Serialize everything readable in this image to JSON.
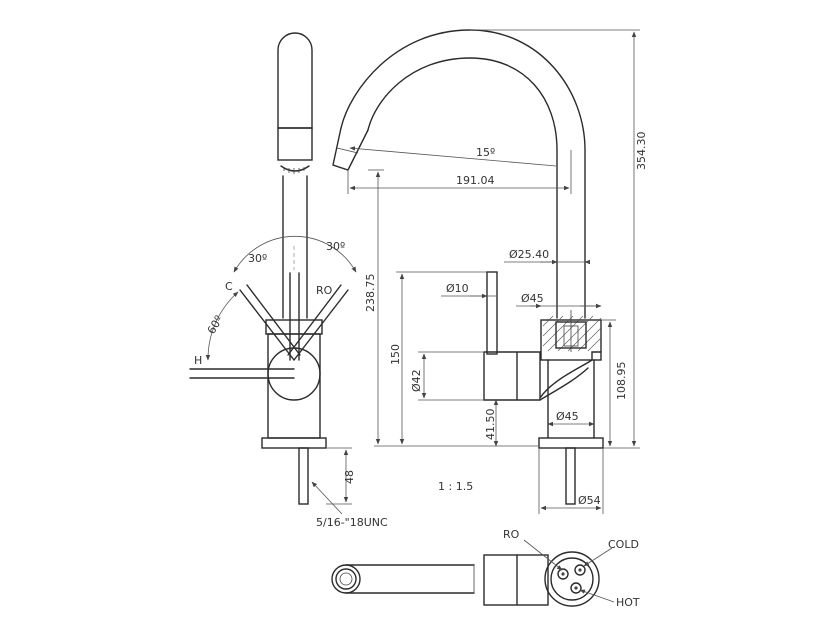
{
  "dimensions": {
    "height_total": "354.30",
    "spout_reach": "191.04",
    "spout_angle": "15º",
    "spout_diameter": "Ø25.40",
    "lever_diameter": "Ø10",
    "collar_diameter": "Ø45",
    "base_diameter": "Ø45",
    "flange_diameter": "Ø54",
    "body_diameter": "Ø42",
    "height_lever": "238.75",
    "height_body": "150",
    "height_collar": "108.95",
    "height_base": "41.50",
    "shank_length": "48"
  },
  "side_view": {
    "angle_left": "30º",
    "angle_right": "30º",
    "angle_hot": "60º",
    "label_cold": "C",
    "label_ro": "RO",
    "label_hot": "H",
    "thread": "5/16-\"18UNC"
  },
  "scale": "1 : 1.5",
  "bottom_view": {
    "label_ro": "RO",
    "label_cold": "COLD",
    "label_hot": "HOT"
  },
  "colors": {
    "line": "#2b2b2b",
    "background": "#ffffff"
  }
}
